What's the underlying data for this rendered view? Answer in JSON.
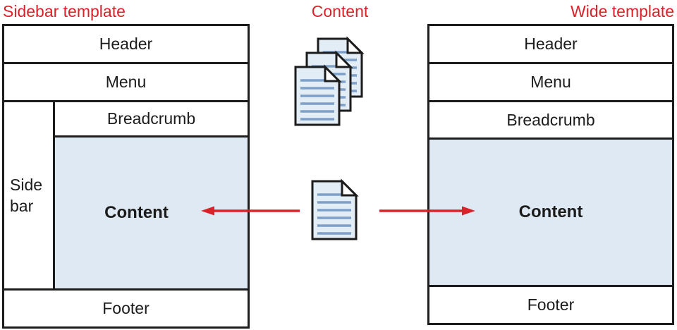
{
  "left_template": {
    "title": "Sidebar template",
    "header": "Header",
    "menu": "Menu",
    "breadcrumb": "Breadcrumb",
    "sidebar": "Side bar",
    "content": "Content",
    "footer": "Footer"
  },
  "middle": {
    "label": "Content",
    "icons": {
      "stack": "document-stack-icon",
      "single": "document-icon",
      "arrow_left": "arrow-left-icon",
      "arrow_right": "arrow-right-icon"
    }
  },
  "right_template": {
    "title": "Wide template",
    "header": "Header",
    "menu": "Menu",
    "breadcrumb": "Breadcrumb",
    "content": "Content",
    "footer": "Footer"
  },
  "colors": {
    "accent_red": "#d8232a",
    "outline": "#1c1c1c",
    "panel_fill": "#dfe9f3",
    "document_fill": "#e3edf6",
    "document_line": "#7e9fc6"
  }
}
